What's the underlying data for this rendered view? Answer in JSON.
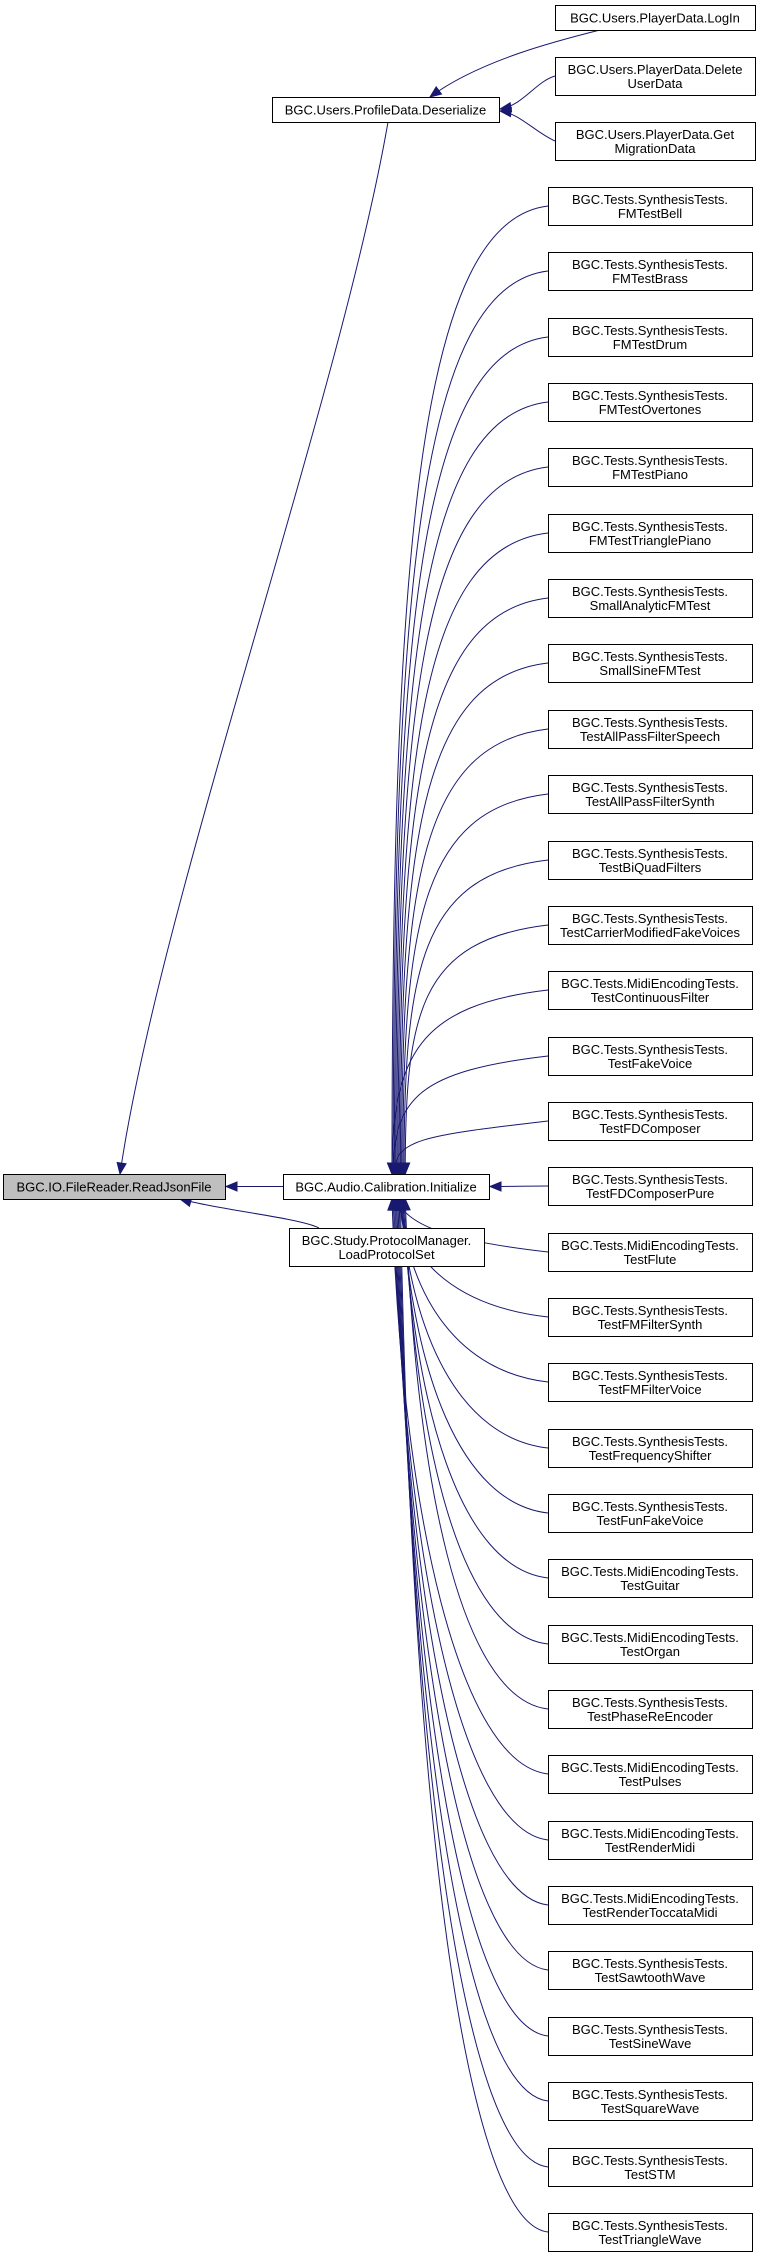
{
  "root": {
    "id": "readjson",
    "lines": [
      "BGC.IO.FileReader.ReadJsonFile"
    ]
  },
  "callers": [
    {
      "id": "deserialize",
      "lines": [
        "BGC.Users.ProfileData.Deserialize"
      ]
    },
    {
      "id": "initialize",
      "lines": [
        "BGC.Audio.Calibration.Initialize"
      ]
    },
    {
      "id": "loadprotocol",
      "lines": [
        "BGC.Study.ProtocolManager.",
        "LoadProtocolSet"
      ]
    }
  ],
  "deserialize_callers": [
    {
      "id": "login",
      "lines": [
        "BGC.Users.PlayerData.LogIn"
      ]
    },
    {
      "id": "deleteuser",
      "lines": [
        "BGC.Users.PlayerData.Delete",
        "UserData"
      ]
    },
    {
      "id": "getmigration",
      "lines": [
        "BGC.Users.PlayerData.Get",
        "MigrationData"
      ]
    }
  ],
  "initialize_callers": [
    {
      "id": "fmbell",
      "lines": [
        "BGC.Tests.SynthesisTests.",
        "FMTestBell"
      ]
    },
    {
      "id": "fmbrass",
      "lines": [
        "BGC.Tests.SynthesisTests.",
        "FMTestBrass"
      ]
    },
    {
      "id": "fmdrum",
      "lines": [
        "BGC.Tests.SynthesisTests.",
        "FMTestDrum"
      ]
    },
    {
      "id": "fmovertones",
      "lines": [
        "BGC.Tests.SynthesisTests.",
        "FMTestOvertones"
      ]
    },
    {
      "id": "fmpiano",
      "lines": [
        "BGC.Tests.SynthesisTests.",
        "FMTestPiano"
      ]
    },
    {
      "id": "fmtripiano",
      "lines": [
        "BGC.Tests.SynthesisTests.",
        "FMTestTrianglePiano"
      ]
    },
    {
      "id": "smallanalytic",
      "lines": [
        "BGC.Tests.SynthesisTests.",
        "SmallAnalyticFMTest"
      ]
    },
    {
      "id": "smallsine",
      "lines": [
        "BGC.Tests.SynthesisTests.",
        "SmallSineFMTest"
      ]
    },
    {
      "id": "allpassspeech",
      "lines": [
        "BGC.Tests.SynthesisTests.",
        "TestAllPassFilterSpeech"
      ]
    },
    {
      "id": "allpasssynth",
      "lines": [
        "BGC.Tests.SynthesisTests.",
        "TestAllPassFilterSynth"
      ]
    },
    {
      "id": "biquad",
      "lines": [
        "BGC.Tests.SynthesisTests.",
        "TestBiQuadFilters"
      ]
    },
    {
      "id": "carrier",
      "lines": [
        "BGC.Tests.SynthesisTests.",
        "TestCarrierModifiedFakeVoices"
      ]
    },
    {
      "id": "continuous",
      "lines": [
        "BGC.Tests.MidiEncodingTests.",
        "TestContinuousFilter"
      ]
    },
    {
      "id": "fakevoice",
      "lines": [
        "BGC.Tests.SynthesisTests.",
        "TestFakeVoice"
      ]
    },
    {
      "id": "fdcomposer",
      "lines": [
        "BGC.Tests.SynthesisTests.",
        "TestFDComposer"
      ]
    },
    {
      "id": "fdcomposerpure",
      "lines": [
        "BGC.Tests.SynthesisTests.",
        "TestFDComposerPure"
      ]
    },
    {
      "id": "flute",
      "lines": [
        "BGC.Tests.MidiEncodingTests.",
        "TestFlute"
      ]
    },
    {
      "id": "fmfiltersynth",
      "lines": [
        "BGC.Tests.SynthesisTests.",
        "TestFMFilterSynth"
      ]
    },
    {
      "id": "fmfiltervoice",
      "lines": [
        "BGC.Tests.SynthesisTests.",
        "TestFMFilterVoice"
      ]
    },
    {
      "id": "freqshifter",
      "lines": [
        "BGC.Tests.SynthesisTests.",
        "TestFrequencyShifter"
      ]
    },
    {
      "id": "funfake",
      "lines": [
        "BGC.Tests.SynthesisTests.",
        "TestFunFakeVoice"
      ]
    },
    {
      "id": "guitar",
      "lines": [
        "BGC.Tests.MidiEncodingTests.",
        "TestGuitar"
      ]
    },
    {
      "id": "organ",
      "lines": [
        "BGC.Tests.MidiEncodingTests.",
        "TestOrgan"
      ]
    },
    {
      "id": "phasereencoder",
      "lines": [
        "BGC.Tests.SynthesisTests.",
        "TestPhaseReEncoder"
      ]
    },
    {
      "id": "pulses",
      "lines": [
        "BGC.Tests.MidiEncodingTests.",
        "TestPulses"
      ]
    },
    {
      "id": "rendermidi",
      "lines": [
        "BGC.Tests.MidiEncodingTests.",
        "TestRenderMidi"
      ]
    },
    {
      "id": "toccata",
      "lines": [
        "BGC.Tests.MidiEncodingTests.",
        "TestRenderToccataMidi"
      ]
    },
    {
      "id": "sawtooth",
      "lines": [
        "BGC.Tests.SynthesisTests.",
        "TestSawtoothWave"
      ]
    },
    {
      "id": "sinewave",
      "lines": [
        "BGC.Tests.SynthesisTests.",
        "TestSineWave"
      ]
    },
    {
      "id": "squarewave",
      "lines": [
        "BGC.Tests.SynthesisTests.",
        "TestSquareWave"
      ]
    },
    {
      "id": "stm",
      "lines": [
        "BGC.Tests.SynthesisTests.",
        "TestSTM"
      ]
    },
    {
      "id": "trianglewave",
      "lines": [
        "BGC.Tests.SynthesisTests.",
        "TestTriangleWave"
      ]
    }
  ],
  "colors": {
    "edge": "#191970",
    "root_fill": "#bfbfbf",
    "node_fill": "#ffffff",
    "border": "#000000"
  }
}
